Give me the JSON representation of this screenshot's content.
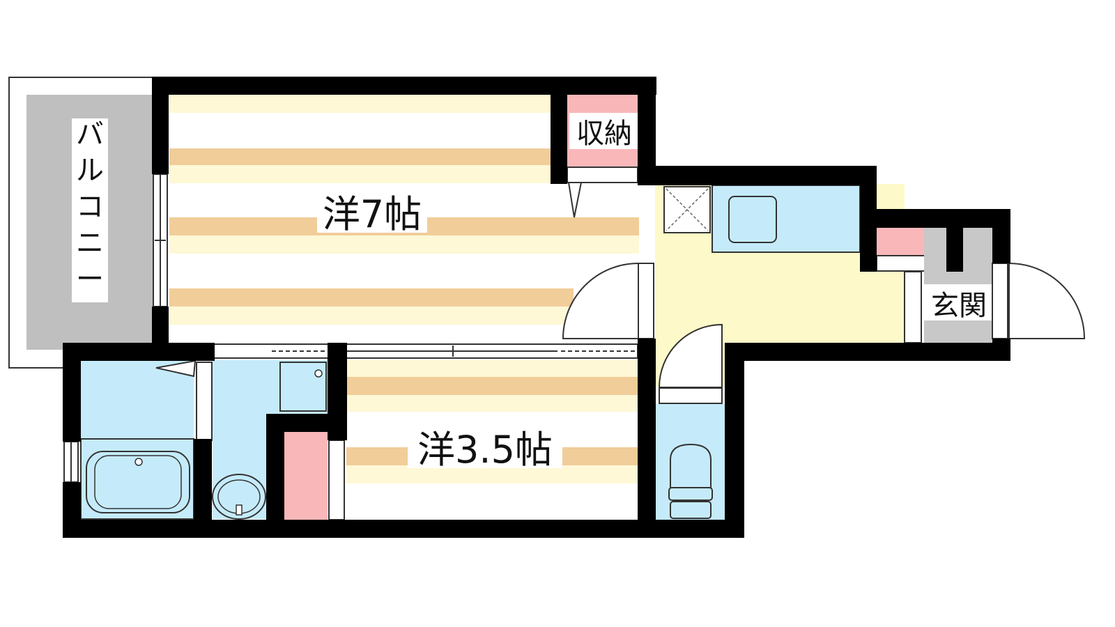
{
  "rooms": {
    "western_large": "洋7帖",
    "western_small": "洋3.5帖",
    "storage": "収納",
    "balcony": "バルコニー",
    "entrance": "玄関"
  },
  "colors": {
    "wall": "#000000",
    "floor_stripe": "#f1cd9a",
    "floor_light": "#fef8d6",
    "wet_area": "#c5ebfa",
    "storage_pink": "#f9b7b9",
    "kitchen_floor": "#fef9c8",
    "balcony_gray": "#bfbfbf",
    "entrance_gray": "#c8c8c8"
  }
}
